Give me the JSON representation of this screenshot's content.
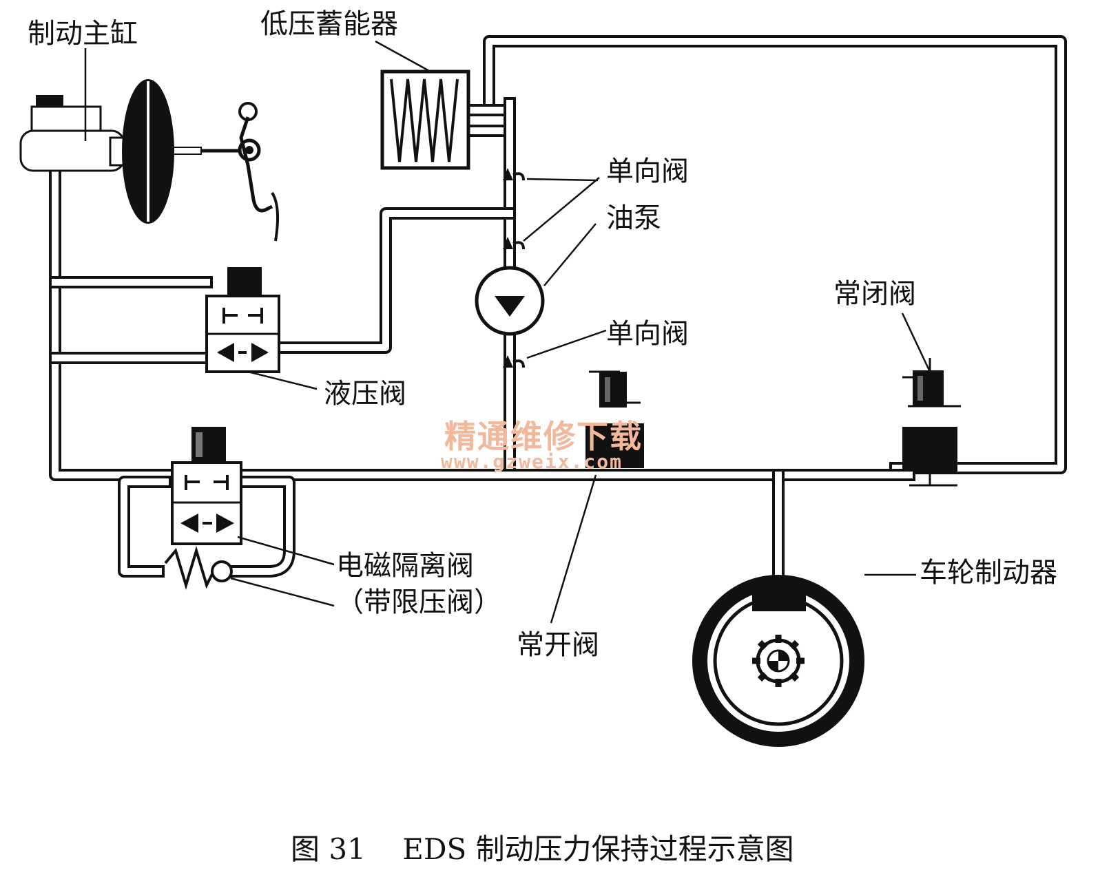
{
  "labels": {
    "master_cylinder": "制动主缸",
    "low_pressure_accumulator": "低压蓄能器",
    "check_valve_top": "单向阀",
    "oil_pump": "油泵",
    "check_valve_bottom": "单向阀",
    "normally_closed_valve": "常闭阀",
    "hydraulic_valve": "液压阀",
    "solenoid_isolation_valve": "电磁隔离阀",
    "pressure_limiting_valve": "（带限压阀）",
    "normally_open_valve": "常开阀",
    "wheel_brake": "车轮制动器"
  },
  "watermark": {
    "title": "精通维修下载",
    "url": "www.gzweix.com"
  },
  "caption": "图 31    EDS 制动压力保持过程示意图"
}
